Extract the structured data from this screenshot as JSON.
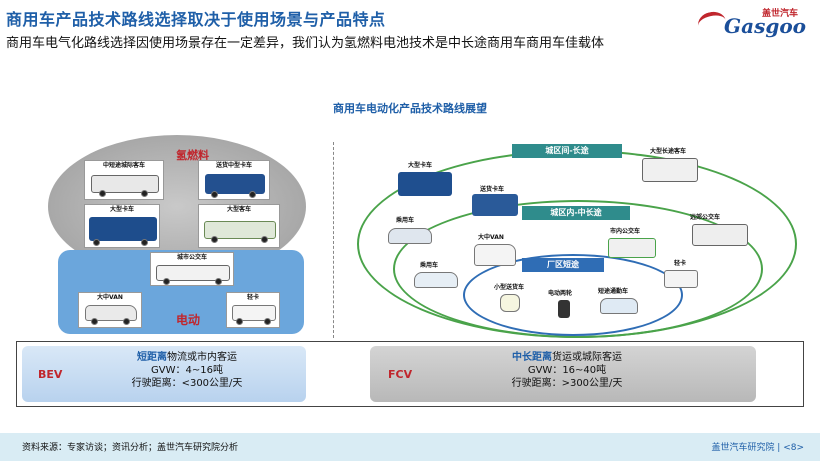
{
  "header": {
    "title": "商用车产品技术路线选择取决于使用场景与产品特点",
    "subtitle": "商用车电气化路线选择因使用场景存在一定差异，我们认为氢燃料电池技术是中长途商用车商用车佳载体",
    "logo_sub": "盖世汽车",
    "logo_main": "Gasgoo"
  },
  "diagram": {
    "title": "商用车电动化产品技术路线展望",
    "left": {
      "hydrogen_label": "氢燃料",
      "electric_label": "电动",
      "vehicles": [
        "中短途城际客车",
        "送货中型卡车",
        "大型卡车",
        "大型客车",
        "城市公交车",
        "大中VAN",
        "轻卡"
      ]
    },
    "right": {
      "zones": [
        "城区间-长途",
        "城区内-中长途",
        "厂区短途"
      ],
      "vehicles": [
        "大型卡车",
        "大型长途客车",
        "送货卡车",
        "远郊公交车",
        "乘用车",
        "大中VAN",
        "市内公交车",
        "乘用车",
        "轻卡",
        "小型送货车",
        "电动两轮",
        "短途通勤车"
      ]
    }
  },
  "comparison": {
    "bev": {
      "label": "BEV",
      "line1_highlight": "短距离",
      "line1_rest": "物流或市内客运",
      "line2": "GVW：4~16吨",
      "line3": "行驶距离：<300公里/天"
    },
    "fcv": {
      "label": "FCV",
      "line1_highlight": "中长距离",
      "line1_rest": "货运或城际客运",
      "line2": "GVW：16~40吨",
      "line3": "行驶距离：>300公里/天"
    }
  },
  "footer": {
    "source": "资料来源：专家访谈；资讯分析；盖世汽车研究院分析",
    "page": "盖世汽车研究院 | <8>"
  },
  "colors": {
    "title_blue": "#1f5fa8",
    "accent_red": "#c0262d",
    "ring_green": "#4aa34a",
    "ring_blue": "#2f6db5",
    "zone_teal": "#2f8c8c"
  }
}
